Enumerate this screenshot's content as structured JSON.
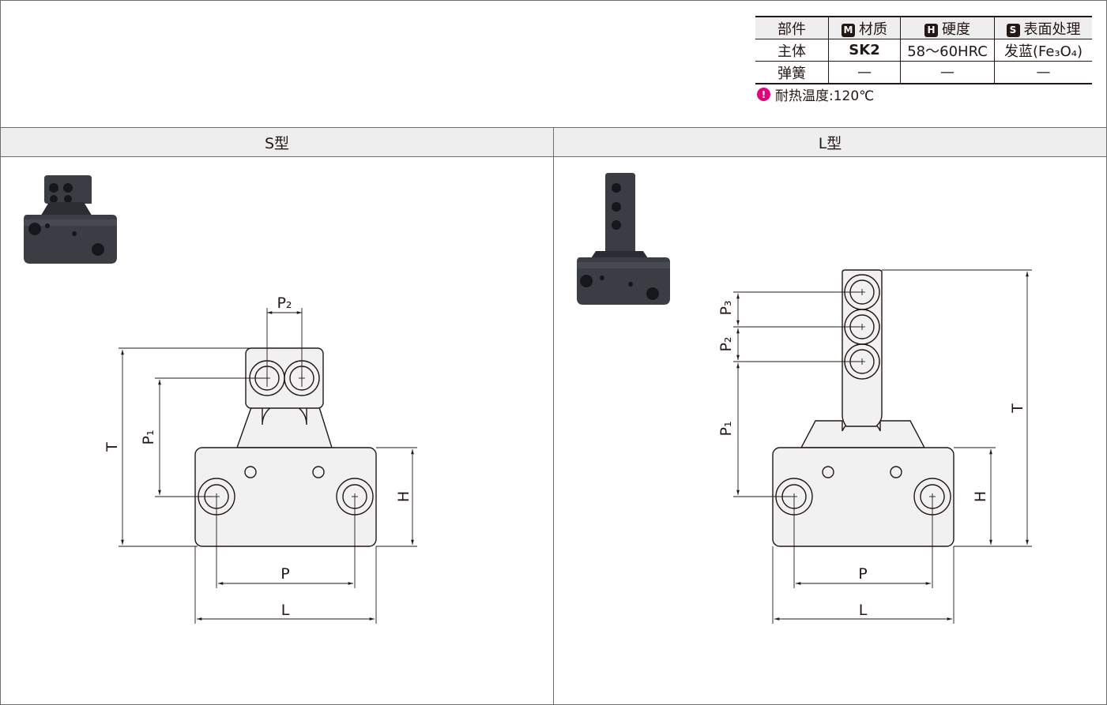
{
  "spec_table": {
    "headers": [
      {
        "badge": "",
        "label": "部件"
      },
      {
        "badge": "M",
        "label": "材质"
      },
      {
        "badge": "H",
        "label": "硬度"
      },
      {
        "badge": "S",
        "label": "表面处理"
      }
    ],
    "rows": [
      {
        "part": "主体",
        "material": "SK2",
        "hardness": "58〜60HRC",
        "surface": "发蓝(Fe₃O₄)"
      },
      {
        "part": "弹簧",
        "material": "—",
        "hardness": "—",
        "surface": "—"
      }
    ]
  },
  "note": {
    "icon": "warning-icon",
    "text": "耐热温度:120℃"
  },
  "panels": {
    "s_type": {
      "title": "S型",
      "dims": {
        "P2": "P₂",
        "T": "T",
        "P1": "P₁",
        "H": "H",
        "P": "P",
        "L": "L"
      }
    },
    "l_type": {
      "title": "L型",
      "dims": {
        "P3": "P₃",
        "P2": "P₂",
        "P1": "P₁",
        "T": "T",
        "H": "H",
        "P": "P",
        "L": "L"
      }
    }
  },
  "colors": {
    "line": "#231815",
    "header_bg": "#eeeeee",
    "part_fill": "#f1f1f1",
    "warn": "#e4007f",
    "photo": "#3a3d44"
  }
}
